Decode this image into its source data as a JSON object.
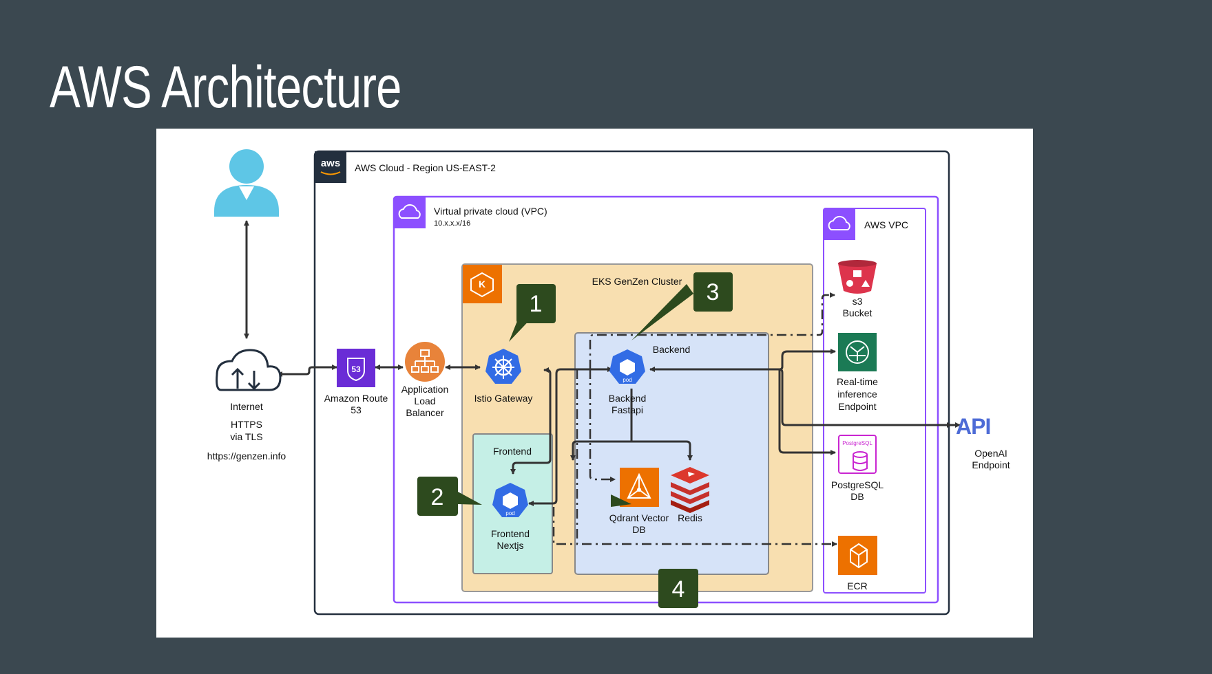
{
  "title": "AWS Architecture",
  "diagram": {
    "aws_cloud_label": "AWS Cloud - Region US-EAST-2",
    "aws_logo_text": "aws",
    "vpc_label": "Virtual private cloud (VPC)",
    "vpc_cidr": "10.x.x.x/16",
    "aws_vpc_label": "AWS VPC",
    "eks_label": "EKS GenZen Cluster",
    "backend_label": "Backend",
    "frontend_label": "Frontend",
    "internet": {
      "label": "Internet",
      "proto1": "HTTPS",
      "proto2": "via TLS",
      "url": "https://genzen.info"
    },
    "route53": {
      "line1": "Amazon Route",
      "line2": "53",
      "badge": "53"
    },
    "alb": {
      "line1": "Application",
      "line2": "Load",
      "line3": "Balancer"
    },
    "istio": {
      "label": "Istio Gateway"
    },
    "backend_pod": {
      "line1": "Backend",
      "line2": "Fastapi",
      "pod": "pod"
    },
    "frontend_pod": {
      "line1": "Frontend",
      "line2": "Nextjs",
      "pod": "pod"
    },
    "qdrant": {
      "line1": "Qdrant Vector",
      "line2": "DB"
    },
    "redis": {
      "label": "Redis"
    },
    "s3": {
      "line1": "s3",
      "line2": "Bucket"
    },
    "inference": {
      "line1": "Real-time",
      "line2": "inference",
      "line3": "Endpoint"
    },
    "postgres": {
      "line1": "PostgreSQL",
      "line2": "DB",
      "badge": "PostgreSQL"
    },
    "ecr": {
      "label": "ECR"
    },
    "openai": {
      "api": "API",
      "line1": "OpenAI",
      "line2": "Endpoint"
    },
    "callouts": [
      "1",
      "2",
      "3",
      "4"
    ],
    "colors": {
      "background": "#3b4850",
      "aws_dark": "#232f3e",
      "vpc_purple": "#8c4fff",
      "eks_fill": "#f8dfb0",
      "eks_orange": "#ed7100",
      "backend_fill": "#d6e3f8",
      "frontend_fill": "#c5efe6",
      "k8s_blue": "#326ce5",
      "route53_purple": "#6a2cd6",
      "inference_green": "#1b7a55",
      "postgres_magenta": "#c925d1",
      "redis_red": "#c6302b",
      "callout_green": "#2d4a1e",
      "api_blue": "#4d6bd6"
    }
  }
}
